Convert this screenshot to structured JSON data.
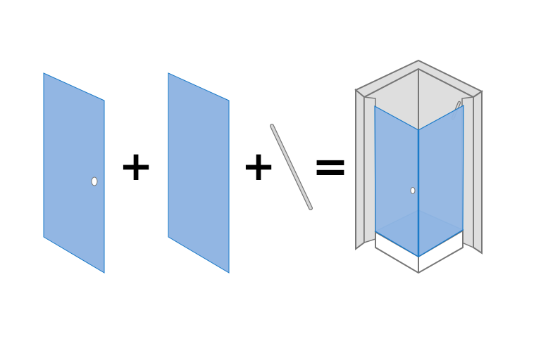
{
  "diagram": {
    "operators": {
      "plus_1": "+",
      "plus_2": "+",
      "equals": "="
    },
    "colors": {
      "glass_fill": "#92b6e3",
      "glass_edge": "#1a7ac8",
      "wall_fill": "#dedede",
      "wall_edge": "#777777",
      "rod": "#bdbdbd",
      "tray": "#ffffff"
    },
    "parts": [
      "glass-door-panel",
      "glass-fixed-panel",
      "support-rod",
      "corner-shower-enclosure"
    ]
  }
}
